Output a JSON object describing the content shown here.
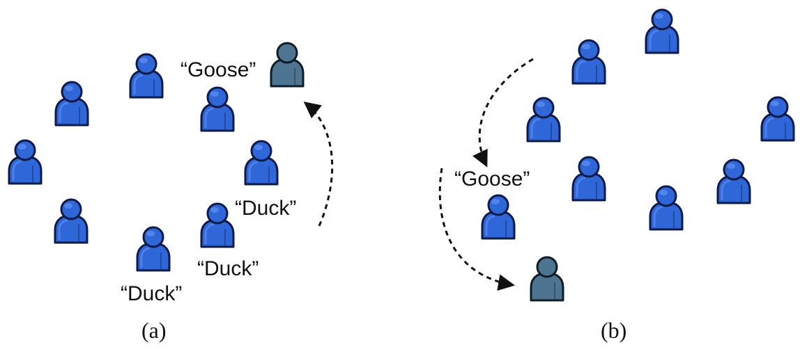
{
  "panels": [
    {
      "caption": "(a)",
      "labels": [
        "“Goose”",
        "“Duck”",
        "“Duck”",
        "“Duck”"
      ]
    },
    {
      "caption": "(b)",
      "labels": [
        "“Goose”"
      ]
    }
  ],
  "colors": {
    "person_fill": "#2f66d8",
    "person_highlight": "#5a8cf0",
    "person_stroke": "#0d1a4a",
    "goose_fill": "#4d7592",
    "goose_stroke": "#0f1b26",
    "arrow": "#111111"
  },
  "icons": {
    "person": "person-icon",
    "goose": "goose-person-icon",
    "arrow": "dashed-arrow"
  }
}
